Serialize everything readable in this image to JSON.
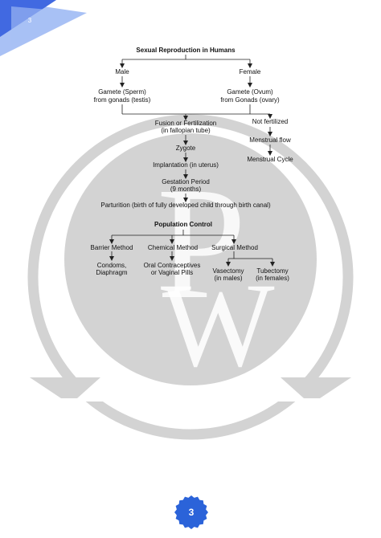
{
  "header": {
    "page_number": "3"
  },
  "watermark": {
    "letters": "PW",
    "color": "#d3d3d3"
  },
  "colors": {
    "accent": "#4169e1",
    "accent_light": "#a9c1f5",
    "badge": "#2b63d9"
  },
  "reproduction": {
    "title": "Sexual Reproduction in Humans",
    "male": "Male",
    "female": "Female",
    "male_gamete_1": "Gamete (Sperm)",
    "male_gamete_2": "from gonads (testis)",
    "female_gamete_1": "Gamete (Ovum)",
    "female_gamete_2": "from Gonads (ovary)",
    "fusion_1": "Fusion or Fertilization",
    "fusion_2": "(in fallopian tube)",
    "not_fertilized": "Not fertilized",
    "zygote": "Zygote",
    "menstrual_flow": "Menstrual flow",
    "implantation": "Implantation (in uterus)",
    "menstrual_cycle": "Menstrual Cycle",
    "gestation_1": "Gestation Period",
    "gestation_2": "(9 months)",
    "parturition": "Parturition (birth of fully developed child through birth canal)"
  },
  "population": {
    "title": "Population Control",
    "barrier": "Barrier Method",
    "chemical": "Chemical Method",
    "surgical": "Surgical Method",
    "barrier_ex_1": "Condoms,",
    "barrier_ex_2": "Diaphragm",
    "chemical_ex_1": "Oral Contraceptives",
    "chemical_ex_2": "or Vaginal Pills",
    "vasectomy_1": "Vasectomy",
    "vasectomy_2": "(in males)",
    "tubectomy_1": "Tubectomy",
    "tubectomy_2": "(in females)"
  },
  "footer": {
    "page_number": "3"
  }
}
